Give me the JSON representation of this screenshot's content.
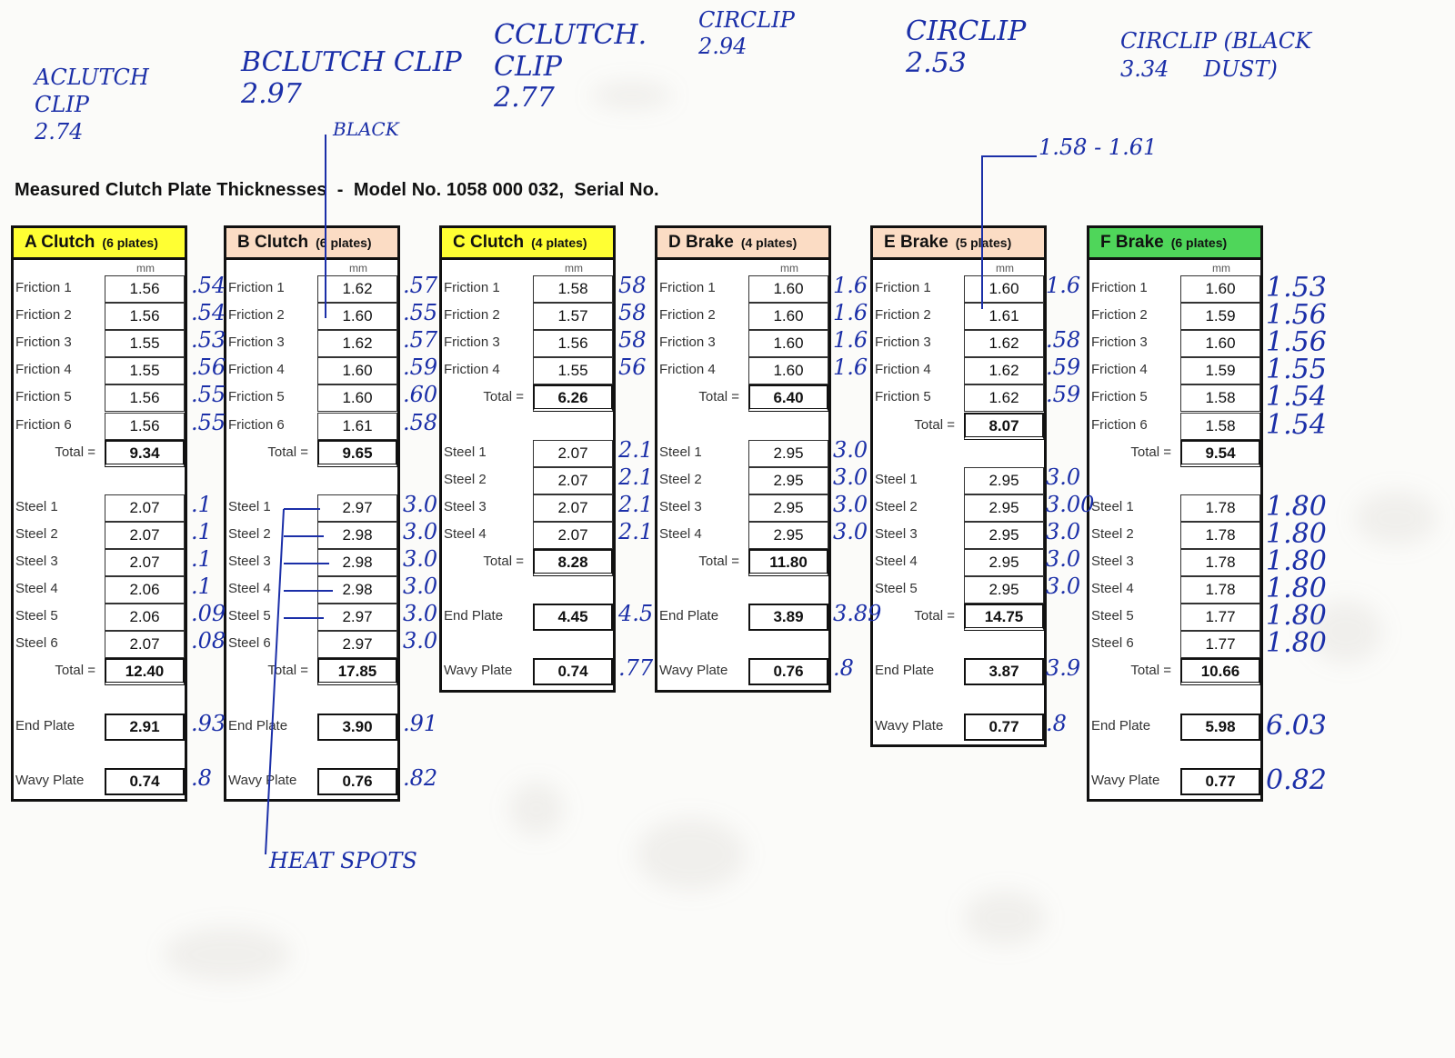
{
  "title": "Measured Clutch Plate Thicknesses  -  Model No. 1058 000 032,  Serial No.",
  "unit": "mm",
  "panels": [
    {
      "name": "A Clutch",
      "plates": "(6 plates)",
      "color": "#ffff33",
      "rows": [
        {
          "label": "Friction 1",
          "value": "1.56"
        },
        {
          "label": "Friction 2",
          "value": "1.56"
        },
        {
          "label": "Friction 3",
          "value": "1.55"
        },
        {
          "label": "Friction 4",
          "value": "1.55"
        },
        {
          "label": "Friction 5",
          "value": "1.56"
        },
        {
          "label": "Friction 6",
          "value": "1.56"
        },
        {
          "label": "Total =",
          "value": "9.34",
          "kind": "total"
        },
        {
          "kind": "gap"
        },
        {
          "label": "Steel 1",
          "value": "2.07"
        },
        {
          "label": "Steel 2",
          "value": "2.07"
        },
        {
          "label": "Steel 3",
          "value": "2.07"
        },
        {
          "label": "Steel 4",
          "value": "2.06"
        },
        {
          "label": "Steel 5",
          "value": "2.06"
        },
        {
          "label": "Steel 6",
          "value": "2.07"
        },
        {
          "label": "Total =",
          "value": "12.40",
          "kind": "total"
        },
        {
          "kind": "gap"
        },
        {
          "label": "End Plate",
          "value": "2.91",
          "kind": "single"
        },
        {
          "kind": "gap"
        },
        {
          "label": "Wavy Plate",
          "value": "0.74",
          "kind": "single"
        }
      ]
    },
    {
      "name": "B Clutch",
      "plates": "(6 plates)",
      "color": "#fbdcc4",
      "rows": [
        {
          "label": "Friction 1",
          "value": "1.62"
        },
        {
          "label": "Friction 2",
          "value": "1.60"
        },
        {
          "label": "Friction 3",
          "value": "1.62"
        },
        {
          "label": "Friction 4",
          "value": "1.60"
        },
        {
          "label": "Friction 5",
          "value": "1.60"
        },
        {
          "label": "Friction 6",
          "value": "1.61"
        },
        {
          "label": "Total =",
          "value": "9.65",
          "kind": "total"
        },
        {
          "kind": "gap"
        },
        {
          "label": "Steel 1",
          "value": "2.97"
        },
        {
          "label": "Steel 2",
          "value": "2.98"
        },
        {
          "label": "Steel 3",
          "value": "2.98"
        },
        {
          "label": "Steel 4",
          "value": "2.98"
        },
        {
          "label": "Steel 5",
          "value": "2.97"
        },
        {
          "label": "Steel 6",
          "value": "2.97"
        },
        {
          "label": "Total =",
          "value": "17.85",
          "kind": "total"
        },
        {
          "kind": "gap"
        },
        {
          "label": "End Plate",
          "value": "3.90",
          "kind": "single"
        },
        {
          "kind": "gap"
        },
        {
          "label": "Wavy Plate",
          "value": "0.76",
          "kind": "single"
        }
      ]
    },
    {
      "name": "C Clutch",
      "plates": "(4 plates)",
      "color": "#ffff33",
      "rows": [
        {
          "label": "Friction 1",
          "value": "1.58"
        },
        {
          "label": "Friction 2",
          "value": "1.57"
        },
        {
          "label": "Friction 3",
          "value": "1.56"
        },
        {
          "label": "Friction 4",
          "value": "1.55"
        },
        {
          "label": "Total =",
          "value": "6.26",
          "kind": "total"
        },
        {
          "kind": "gap"
        },
        {
          "label": "Steel 1",
          "value": "2.07"
        },
        {
          "label": "Steel 2",
          "value": "2.07"
        },
        {
          "label": "Steel 3",
          "value": "2.07"
        },
        {
          "label": "Steel 4",
          "value": "2.07"
        },
        {
          "label": "Total =",
          "value": "8.28",
          "kind": "total"
        },
        {
          "kind": "gap"
        },
        {
          "label": "End Plate",
          "value": "4.45",
          "kind": "single"
        },
        {
          "kind": "gap"
        },
        {
          "label": "Wavy Plate",
          "value": "0.74",
          "kind": "single"
        }
      ]
    },
    {
      "name": "D Brake",
      "plates": "(4 plates)",
      "color": "#fbdcc4",
      "rows": [
        {
          "label": "Friction 1",
          "value": "1.60"
        },
        {
          "label": "Friction 2",
          "value": "1.60"
        },
        {
          "label": "Friction 3",
          "value": "1.60"
        },
        {
          "label": "Friction 4",
          "value": "1.60"
        },
        {
          "label": "Total =",
          "value": "6.40",
          "kind": "total"
        },
        {
          "kind": "gap"
        },
        {
          "label": "Steel 1",
          "value": "2.95"
        },
        {
          "label": "Steel 2",
          "value": "2.95"
        },
        {
          "label": "Steel 3",
          "value": "2.95"
        },
        {
          "label": "Steel 4",
          "value": "2.95"
        },
        {
          "label": "Total =",
          "value": "11.80",
          "kind": "total"
        },
        {
          "kind": "gap"
        },
        {
          "label": "End Plate",
          "value": "3.89",
          "kind": "single"
        },
        {
          "kind": "gap"
        },
        {
          "label": "Wavy Plate",
          "value": "0.76",
          "kind": "single"
        }
      ]
    },
    {
      "name": "E Brake",
      "plates": "(5 plates)",
      "color": "#fbdcc4",
      "rows": [
        {
          "label": "Friction 1",
          "value": "1.60"
        },
        {
          "label": "Friction 2",
          "value": "1.61"
        },
        {
          "label": "Friction 3",
          "value": "1.62"
        },
        {
          "label": "Friction 4",
          "value": "1.62"
        },
        {
          "label": "Friction 5",
          "value": "1.62"
        },
        {
          "label": "Total =",
          "value": "8.07",
          "kind": "total"
        },
        {
          "kind": "gap"
        },
        {
          "label": "Steel 1",
          "value": "2.95"
        },
        {
          "label": "Steel 2",
          "value": "2.95"
        },
        {
          "label": "Steel 3",
          "value": "2.95"
        },
        {
          "label": "Steel 4",
          "value": "2.95"
        },
        {
          "label": "Steel 5",
          "value": "2.95"
        },
        {
          "label": "Total =",
          "value": "14.75",
          "kind": "total"
        },
        {
          "kind": "gap"
        },
        {
          "label": "End Plate",
          "value": "3.87",
          "kind": "single"
        },
        {
          "kind": "gap"
        },
        {
          "label": "Wavy Plate",
          "value": "0.77",
          "kind": "single"
        }
      ]
    },
    {
      "name": "F Brake",
      "plates": "(6 plates)",
      "color": "#4fd65a",
      "rows": [
        {
          "label": "Friction 1",
          "value": "1.60"
        },
        {
          "label": "Friction 2",
          "value": "1.59"
        },
        {
          "label": "Friction 3",
          "value": "1.60"
        },
        {
          "label": "Friction 4",
          "value": "1.59"
        },
        {
          "label": "Friction 5",
          "value": "1.58"
        },
        {
          "label": "Friction 6",
          "value": "1.58"
        },
        {
          "label": "Total =",
          "value": "9.54",
          "kind": "total"
        },
        {
          "kind": "gap"
        },
        {
          "label": "Steel 1",
          "value": "1.78"
        },
        {
          "label": "Steel 2",
          "value": "1.78"
        },
        {
          "label": "Steel 3",
          "value": "1.78"
        },
        {
          "label": "Steel 4",
          "value": "1.78"
        },
        {
          "label": "Steel 5",
          "value": "1.77"
        },
        {
          "label": "Steel 6",
          "value": "1.77"
        },
        {
          "label": "Total =",
          "value": "10.66",
          "kind": "total"
        },
        {
          "kind": "gap"
        },
        {
          "label": "End Plate",
          "value": "5.98",
          "kind": "single"
        },
        {
          "kind": "gap"
        },
        {
          "label": "Wavy Plate",
          "value": "0.77",
          "kind": "single"
        }
      ]
    }
  ],
  "handwritten": {
    "top_notes": [
      {
        "text": "ACLUTCH\nCLIP\n2.74"
      },
      {
        "text": "BCLUTCH CLIP\n2.97"
      },
      {
        "text": "BLACK"
      },
      {
        "text": "CCLUTCH.\nCLIP\n2.77"
      },
      {
        "text": "CIRCLIP\n2.94"
      },
      {
        "text": "CIRCLIP\n2.53"
      },
      {
        "text": "CIRCLIP (BLACK\n3.34     DUST)"
      },
      {
        "text": "1.58 - 1.61"
      },
      {
        "text": "HEAT SPOTS"
      }
    ],
    "margin_a": [
      ".54",
      ".54",
      ".53",
      ".56",
      ".55",
      ".55",
      ".1",
      ".1",
      ".1",
      ".1",
      ".09",
      ".08",
      ".93",
      ".8"
    ],
    "margin_b": [
      ".57",
      ".55",
      ".57",
      ".59",
      ".60",
      ".58",
      "3.0",
      "3.0",
      "3.0",
      "3.0",
      "3.0",
      "3.0",
      ".91",
      ".82"
    ],
    "margin_c": [
      "58",
      "58",
      "58",
      "56",
      "2.1",
      "2.1",
      "2.1",
      "2.1",
      "4.5",
      ".77"
    ],
    "margin_d": [
      "1.6",
      "1.6",
      "1.6",
      "1.6",
      "3.0",
      "3.0",
      "3.0",
      "3.0",
      "3.89",
      ".8"
    ],
    "margin_e": [
      "1.6",
      ".58",
      ".59",
      ".59",
      "3.0",
      "3.00",
      "3.0",
      "3.0",
      "3.0",
      "3.9",
      ".8"
    ],
    "margin_f": [
      "1.53",
      "1.56",
      "1.56",
      "1.55",
      "1.54",
      "1.54",
      "1.80",
      "1.80",
      "1.80",
      "1.80",
      "1.80",
      "1.80",
      "6.03",
      "0.82"
    ]
  }
}
